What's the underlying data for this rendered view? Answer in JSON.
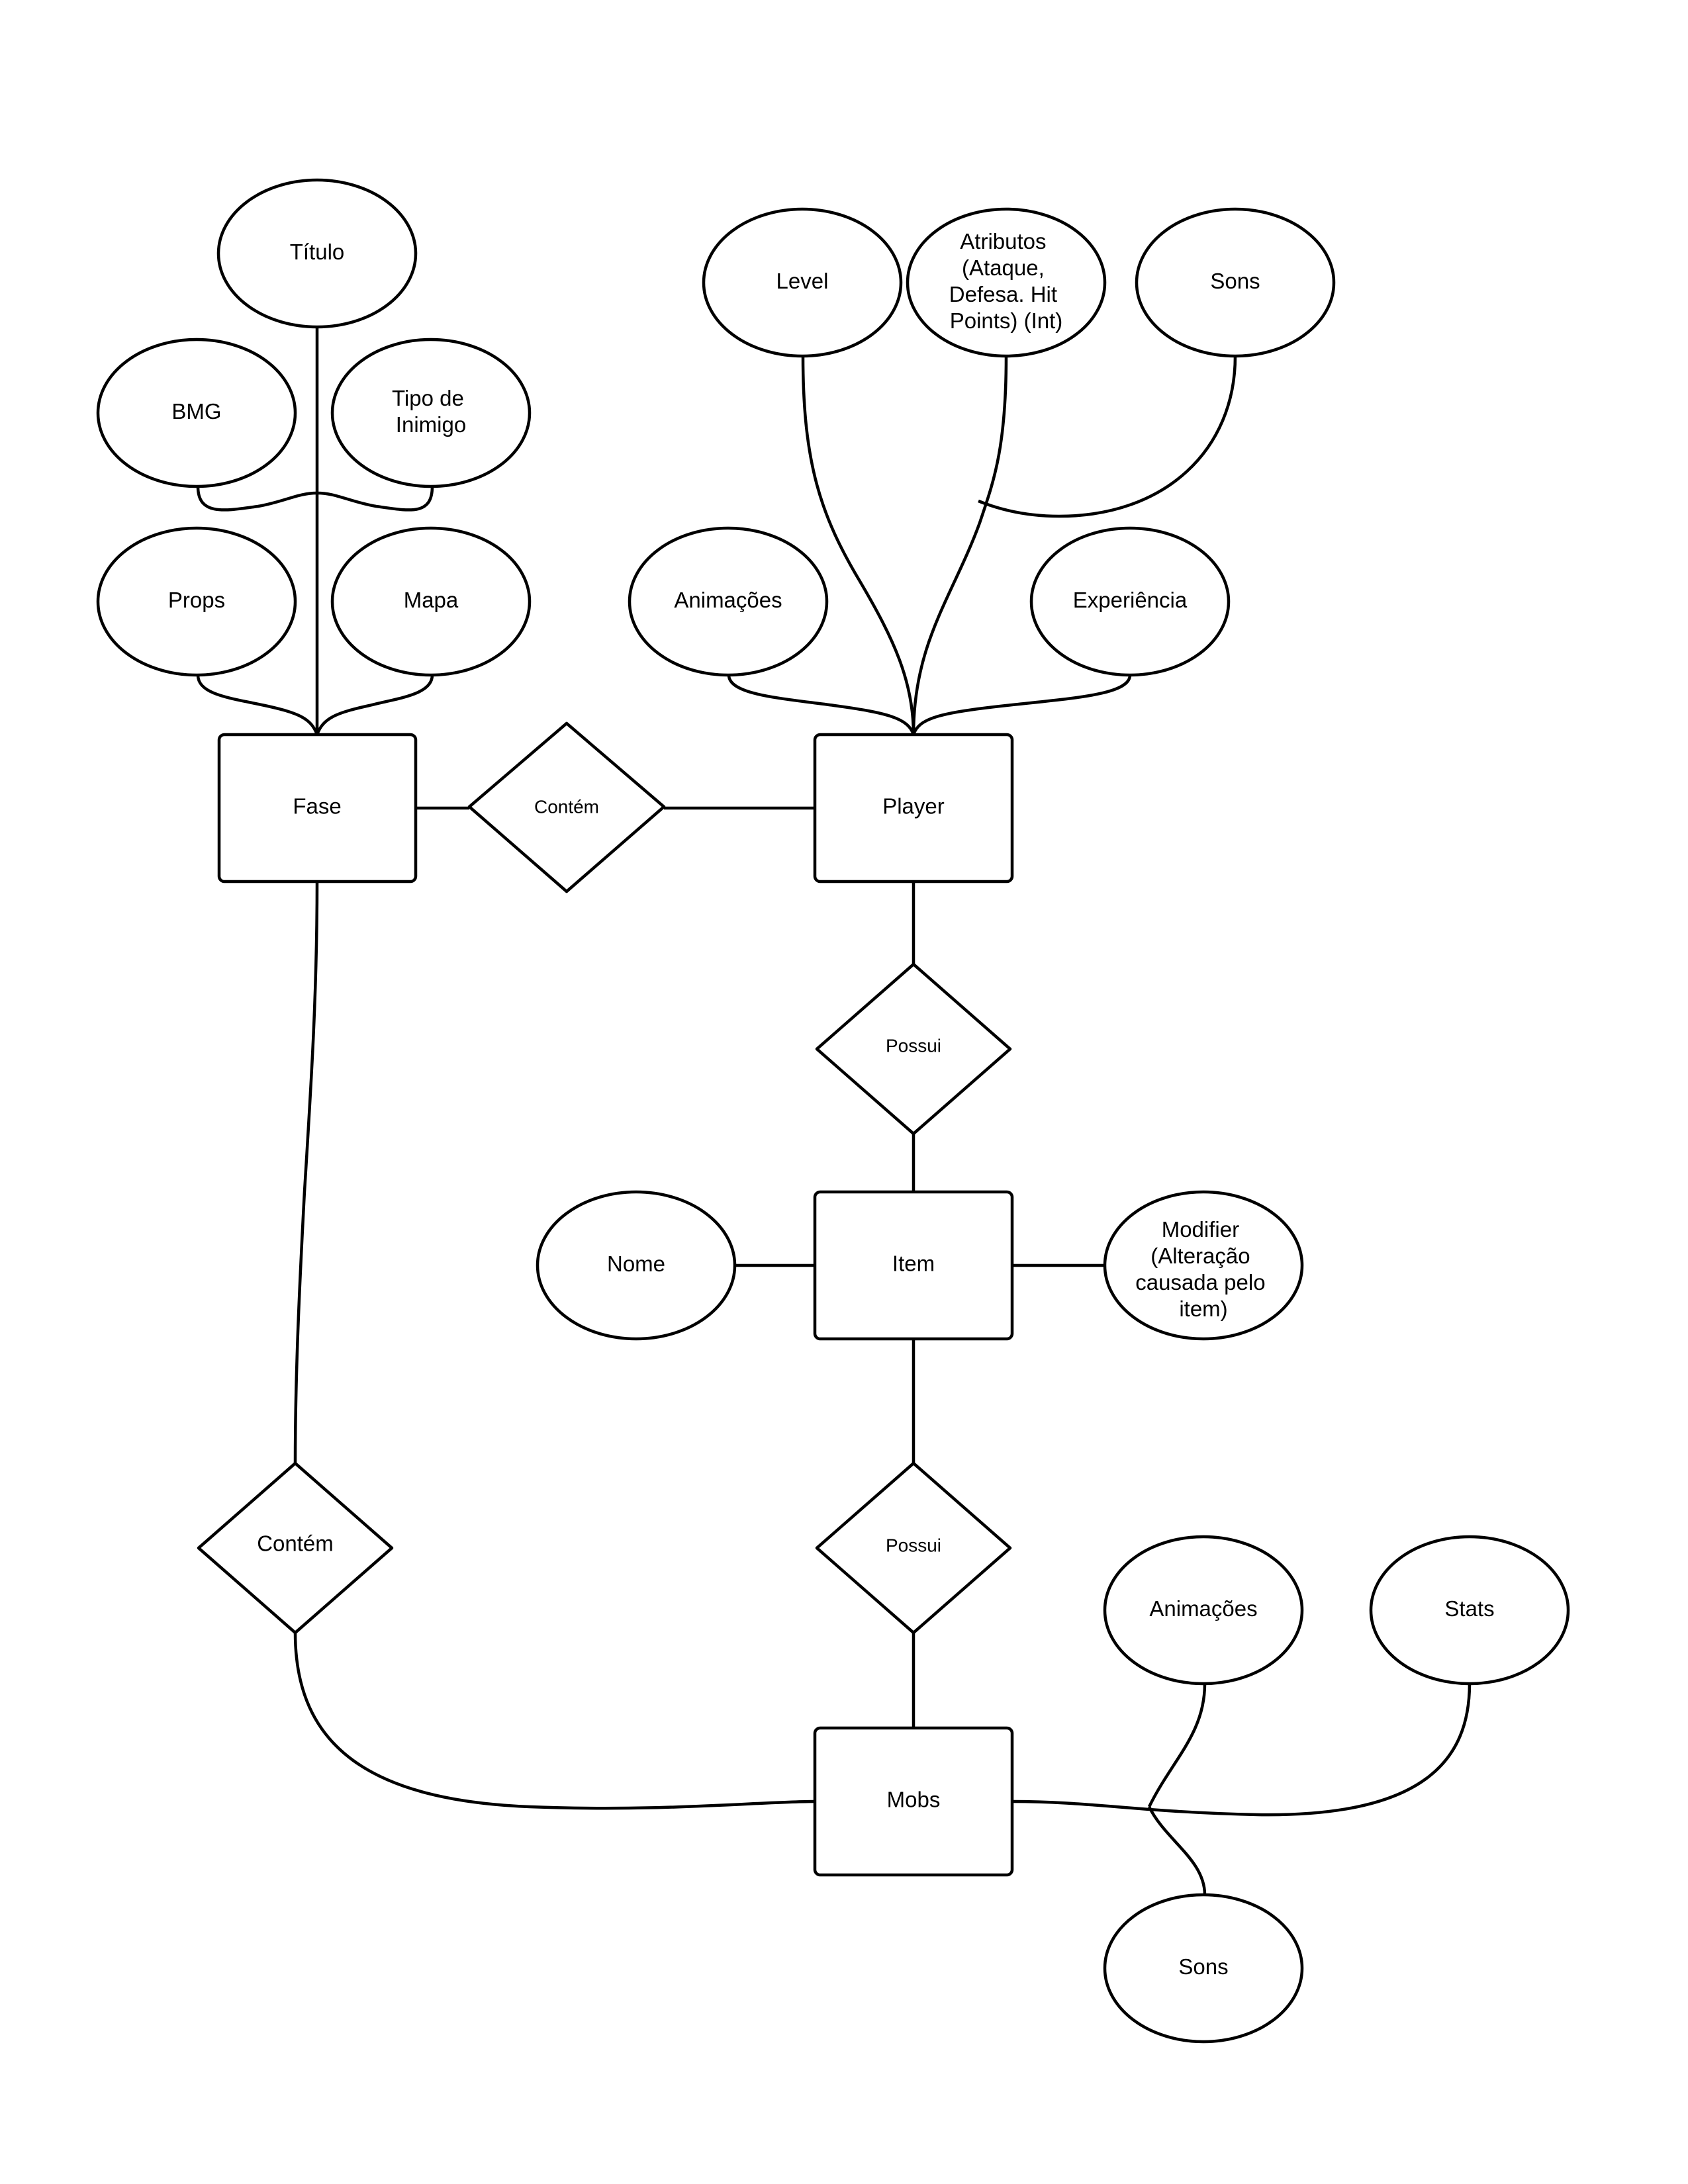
{
  "diagram": {
    "type": "entity-relationship",
    "entities": {
      "fase": {
        "label": "Fase"
      },
      "player": {
        "label": "Player"
      },
      "item": {
        "label": "Item"
      },
      "mobs": {
        "label": "Mobs"
      }
    },
    "relationships": {
      "contem_fase_player": {
        "label": "Contém",
        "connects": [
          "Fase",
          "Player"
        ]
      },
      "possui_player_item": {
        "label": "Possui",
        "connects": [
          "Player",
          "Item"
        ]
      },
      "possui_item_mobs": {
        "label": "Possui",
        "connects": [
          "Item",
          "Mobs"
        ]
      },
      "contem_fase_mobs": {
        "label": "Contém",
        "connects": [
          "Fase",
          "Mobs"
        ]
      }
    },
    "attributes": {
      "fase": {
        "titulo": {
          "lines": [
            "Título"
          ]
        },
        "bmg": {
          "lines": [
            "BMG"
          ]
        },
        "tipo_inimigo": {
          "lines": [
            "Tipo de",
            "Inimigo"
          ]
        },
        "props": {
          "lines": [
            "Props"
          ]
        },
        "mapa": {
          "lines": [
            "Mapa"
          ]
        }
      },
      "player": {
        "level": {
          "lines": [
            "Level"
          ]
        },
        "atributos": {
          "lines": [
            "Atributos",
            "(Ataque,",
            "Defesa. Hit",
            "Points) (Int)"
          ]
        },
        "sons": {
          "lines": [
            "Sons"
          ]
        },
        "animacoes": {
          "lines": [
            "Animações"
          ]
        },
        "experiencia": {
          "lines": [
            "Experiência"
          ]
        }
      },
      "item": {
        "nome": {
          "lines": [
            "Nome"
          ]
        },
        "modifier": {
          "lines": [
            "Modifier",
            "(Alteração",
            "causada pelo",
            "item)"
          ]
        }
      },
      "mobs": {
        "animacoes": {
          "lines": [
            "Animações"
          ]
        },
        "stats": {
          "lines": [
            "Stats"
          ]
        },
        "sons": {
          "lines": [
            "Sons"
          ]
        }
      }
    },
    "colors": {
      "stroke": "#000000",
      "background": "#ffffff"
    }
  }
}
